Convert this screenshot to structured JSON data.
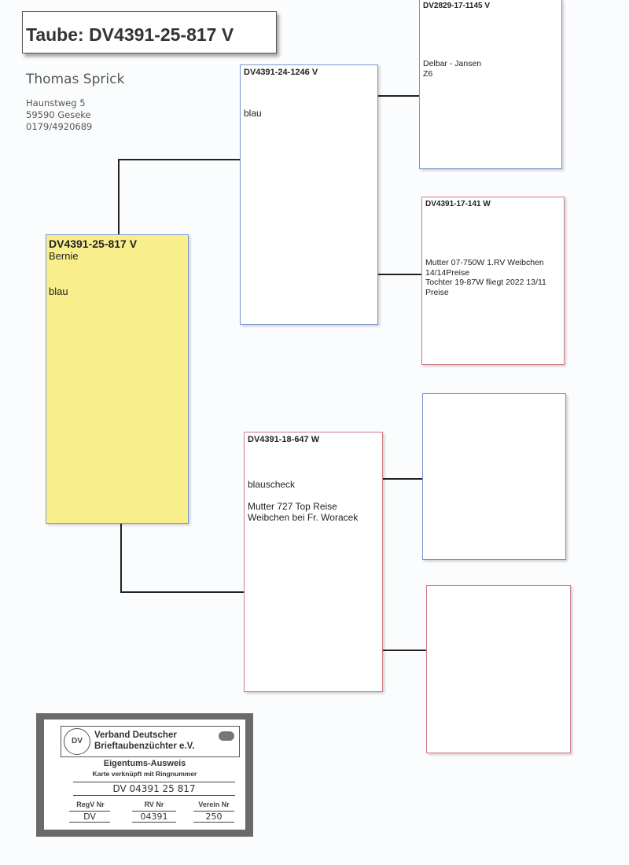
{
  "title": "Taube: DV4391-25-817 V",
  "owner": {
    "name": "Thomas Sprick",
    "street": "Haunstweg 5",
    "city": "59590 Geseke",
    "phone": "0179/4920689"
  },
  "pigeon": {
    "ring": "DV4391-25-817 V",
    "name": "Bernie",
    "color": "blau"
  },
  "sire": {
    "ring": "DV4391-24-1246 V",
    "color": "blau"
  },
  "dam": {
    "ring": "DV4391-18-647 W",
    "color": "blauscheck",
    "note1": "Mutter 727 Top Reise",
    "note2": "Weibchen bei Fr. Woracek"
  },
  "sire_sire": {
    "ring": "DV2829-17-1145 V",
    "line1": "Delbar - Jansen",
    "line2": "Z6"
  },
  "sire_dam": {
    "ring": "DV4391-17-141 W",
    "line1": "Mutter 07-750W 1.RV Weibchen",
    "line2": "14/14Preise",
    "line3": "Tochter 19-87W fliegt 2022 13/11",
    "line4": "Preise"
  },
  "card": {
    "org1": "Verband Deutscher",
    "org2": "Brieftaubenzüchter e.V.",
    "heading": "Eigentums-Ausweis",
    "subheading": "Karte verknüpft mit Ringnummer",
    "ring": "DV 04391 25 817",
    "regv_label": "RegV Nr",
    "regv": "DV",
    "rv_label": "RV Nr",
    "rv": "04391",
    "verein_label": "Verein Nr",
    "verein": "250"
  },
  "colors": {
    "male": "#7c95d0",
    "female": "#d07c86",
    "highlight": "#f8ef8c"
  }
}
